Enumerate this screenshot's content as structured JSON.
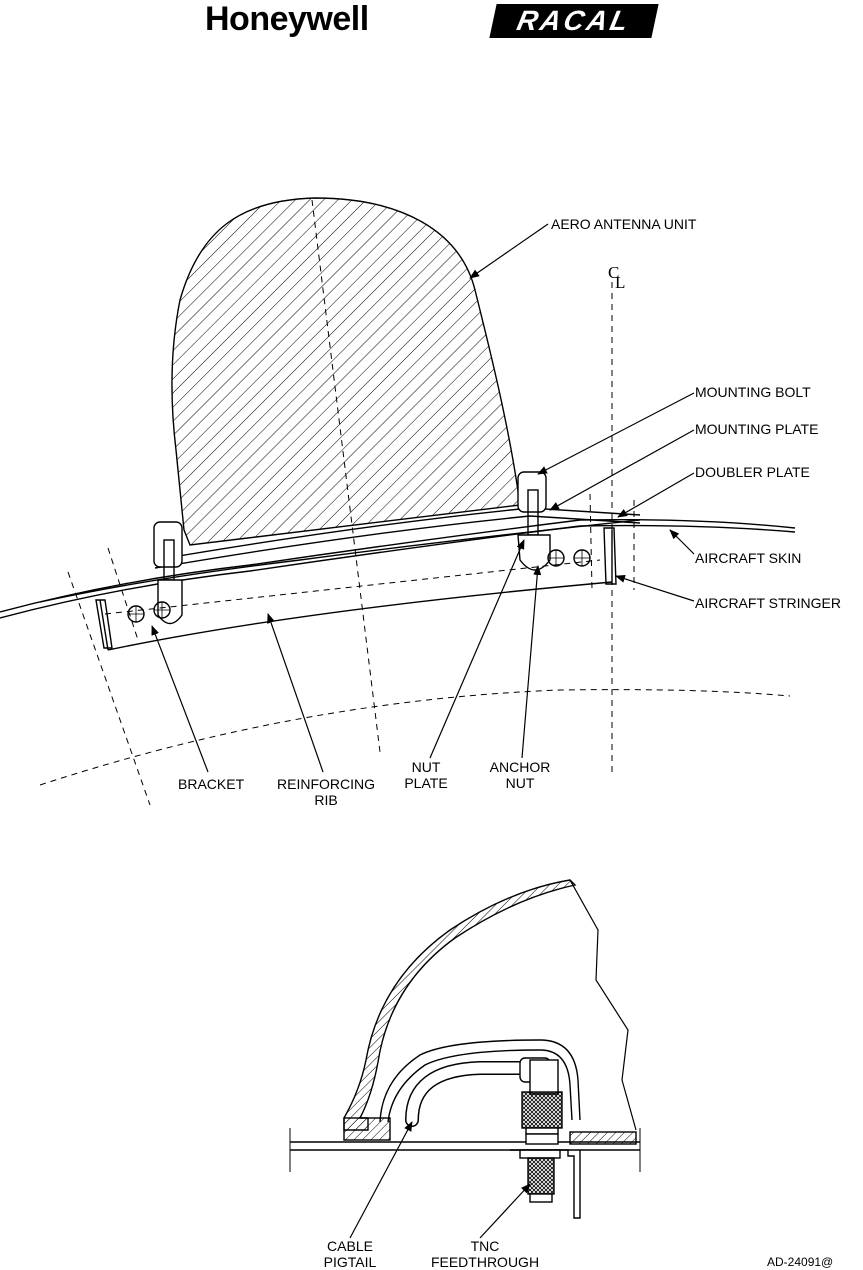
{
  "header": {
    "logo_left": "Honeywell",
    "logo_right": "RACAL"
  },
  "top_view": {
    "centerline_symbol_top": "C",
    "centerline_symbol_bottom": "L",
    "labels": {
      "aero_antenna_unit": "AERO ANTENNA UNIT",
      "mounting_bolt": "MOUNTING BOLT",
      "mounting_plate": "MOUNTING PLATE",
      "doubler_plate": "DOUBLER PLATE",
      "aircraft_skin": "AIRCRAFT SKIN",
      "aircraft_stringer": "AIRCRAFT STRINGER",
      "bracket": "BRACKET",
      "reinforcing_rib_line1": "REINFORCING",
      "reinforcing_rib_line2": "RIB",
      "nut_plate_line1": "NUT",
      "nut_plate_line2": "PLATE",
      "anchor_nut_line1": "ANCHOR",
      "anchor_nut_line2": "NUT"
    }
  },
  "bottom_view": {
    "labels": {
      "cable_pigtail_line1": "CABLE",
      "cable_pigtail_line2": "PIGTAIL",
      "tnc_feedthrough_line1": "TNC",
      "tnc_feedthrough_line2": "FEEDTHROUGH"
    }
  },
  "figure_id": "AD-24091@"
}
